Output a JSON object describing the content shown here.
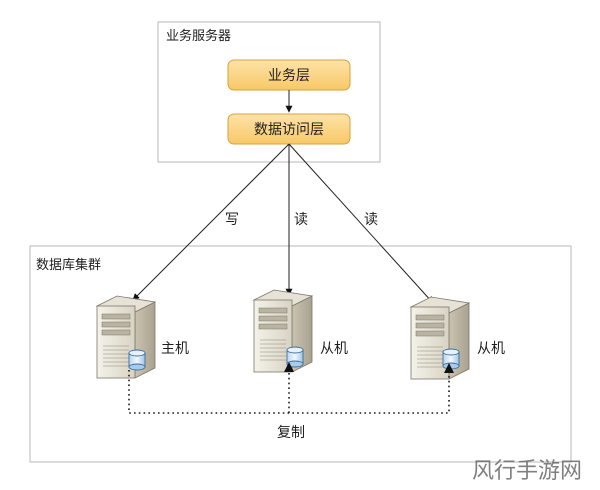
{
  "business_server": {
    "title": "业务服务器",
    "layers": {
      "business": "业务层",
      "data_access": "数据访问层"
    }
  },
  "edges": {
    "write": "写",
    "read_1": "读",
    "read_2": "读",
    "replication": "复制"
  },
  "db_cluster": {
    "title": "数据库集群",
    "nodes": [
      {
        "label": "主机"
      },
      {
        "label": "从机"
      },
      {
        "label": "从机"
      }
    ]
  },
  "watermark": "风行手游网",
  "colors": {
    "layer_fill_top": "#fde3a7",
    "layer_fill_bottom": "#f8c867",
    "layer_stroke": "#d9a23a",
    "container_stroke": "#b8b8b8",
    "server_body": "#e8e4d8",
    "db_cylinder": "#cfe3f5"
  }
}
